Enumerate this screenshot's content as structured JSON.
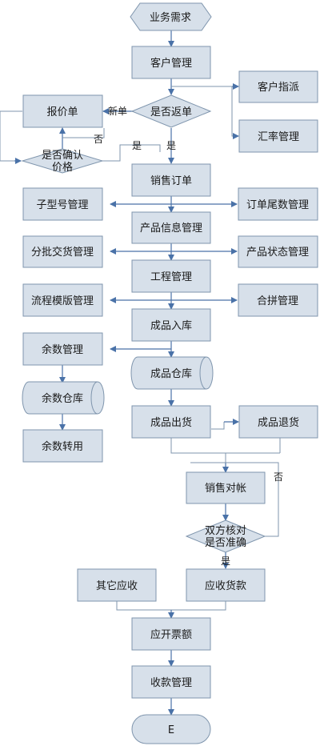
{
  "nodes": {
    "start": "业务需求",
    "customer_mgmt": "客户管理",
    "customer_assign": "客户指派",
    "is_return": "是否返单",
    "quote": "报价单",
    "rate_mgmt": "汇率管理",
    "confirm_price_l1": "是否确认",
    "confirm_price_l2": "价格",
    "sales_order": "销售订单",
    "submodel_mgmt": "子型号管理",
    "order_tail_mgmt": "订单尾数管理",
    "product_info_mgmt": "产品信息管理",
    "batch_delivery_mgmt": "分批交货管理",
    "product_status_mgmt": "产品状态管理",
    "engineering_mgmt": "工程管理",
    "process_template_mgmt": "流程模版管理",
    "merge_mgmt": "合拼管理",
    "finished_in": "成品入库",
    "surplus_mgmt": "余数管理",
    "finished_warehouse": "成品仓库",
    "surplus_warehouse": "余数仓库",
    "finished_ship": "成品出货",
    "finished_return": "成品退货",
    "surplus_transfer": "余数转用",
    "sales_reconcile": "销售对帐",
    "both_verify_l1": "双方核对",
    "both_verify_l2": "是否准确",
    "other_receivable": "其它应收",
    "receivable_payment": "应收货款",
    "invoice_amount": "应开票额",
    "collection_mgmt": "收款管理",
    "end": "E"
  },
  "edge_labels": {
    "new_order": "新单",
    "no_1": "否",
    "yes_1": "是",
    "yes_2": "是",
    "no_2": "否",
    "yes_3": "是"
  },
  "colors": {
    "box_fill": "#d7e0ea",
    "box_stroke": "#7f95ad",
    "arrow": "#4a72a8"
  }
}
